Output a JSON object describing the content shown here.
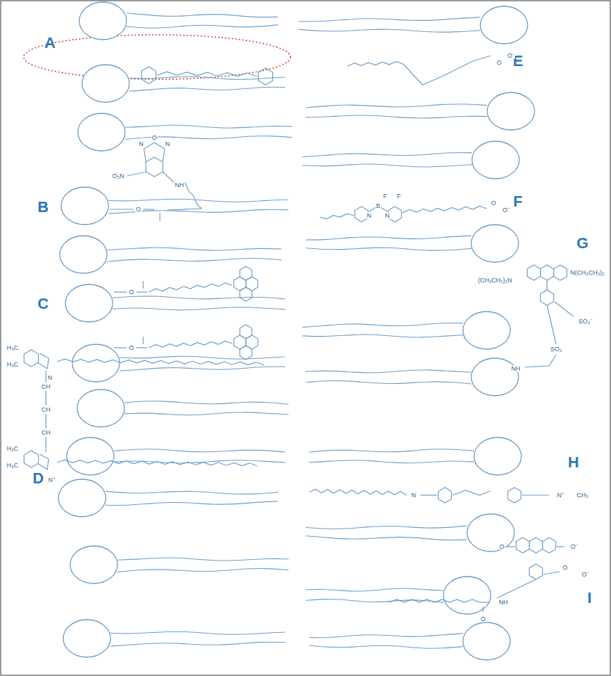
{
  "diagram": {
    "labels": [
      "A",
      "B",
      "C",
      "D",
      "E",
      "F",
      "G",
      "H",
      "I",
      "O₂N",
      "NH",
      "N",
      "O",
      "N",
      "O",
      "O",
      "O",
      "H₃C",
      "H₃C",
      "N",
      "CH",
      "CH",
      "CH",
      "H₃C",
      "H₃C",
      "N⁺",
      "O",
      "O⁻",
      "F",
      "F",
      "B",
      "N",
      "N",
      "O",
      "O⁻",
      "(CH₃CH₂)₂N",
      "N(CH₂CH₃)₂",
      "SO₃⁻",
      "SO₂",
      "NH",
      "N",
      "N⁺",
      "CH₃",
      "O",
      "O⁻",
      "O",
      "O⁻",
      "NH",
      "O"
    ]
  }
}
